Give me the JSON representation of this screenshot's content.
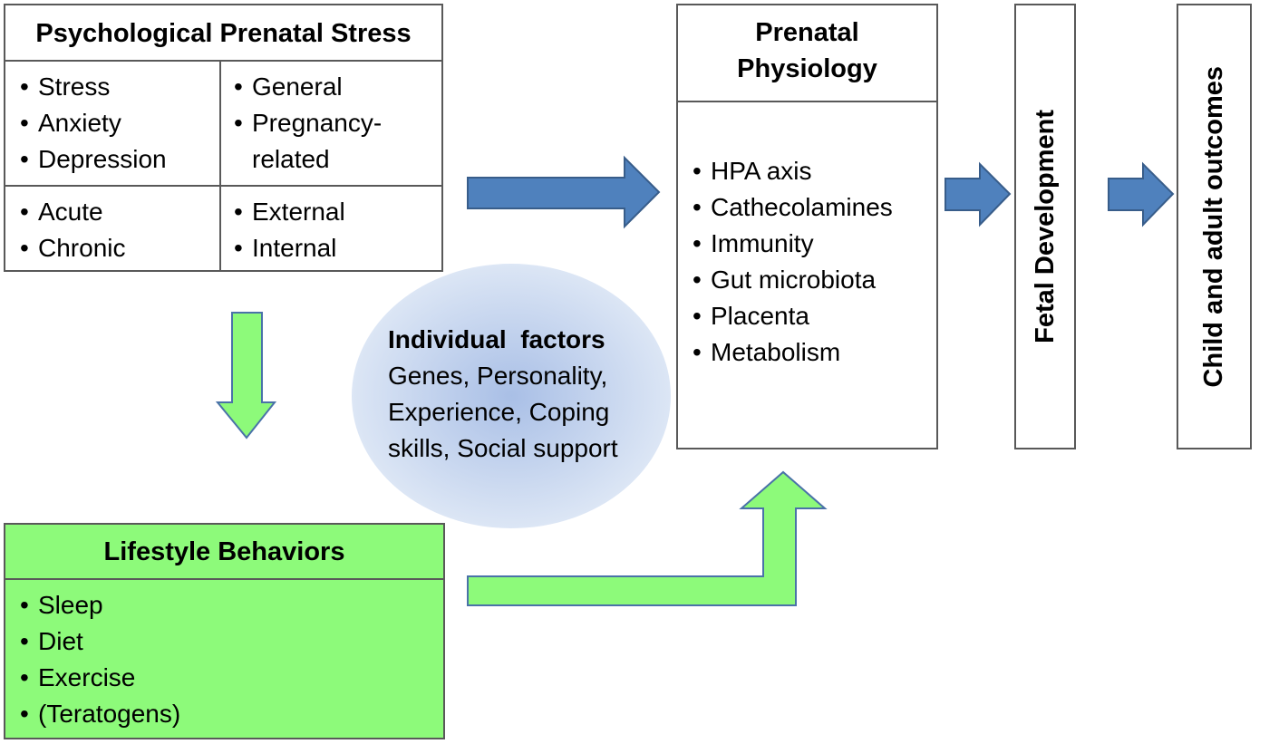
{
  "stress": {
    "title": "Psychological Prenatal Stress",
    "cells": [
      [
        "Stress",
        "Anxiety",
        "Depression"
      ],
      [
        "General",
        "Pregnancy-related"
      ],
      [
        "Acute",
        "Chronic"
      ],
      [
        "External",
        "Internal"
      ]
    ]
  },
  "physiology": {
    "title_line1": "Prenatal",
    "title_line2": "Physiology",
    "items": [
      "HPA axis",
      "Cathecolamines",
      "Immunity",
      "Gut microbiota",
      "Placenta",
      "Metabolism"
    ]
  },
  "fetal": {
    "label": "Fetal Development"
  },
  "outcomes": {
    "label": "Child and adult outcomes"
  },
  "individual": {
    "title": "Individual  factors",
    "lines": [
      "Genes, Personality,",
      "Experience, Coping",
      "skills, Social support"
    ]
  },
  "lifestyle": {
    "title": "Lifestyle Behaviors",
    "items": [
      "Sleep",
      "Diet",
      "Exercise",
      "(Teratogens)"
    ]
  },
  "colors": {
    "blue_arrow": "#4f81bd",
    "blue_arrow_border": "#385d8a",
    "green": "#8dfa7a",
    "green_arrow_border": "#4a72a8",
    "ellipse_center": "#a9bfe6",
    "ellipse_edge": "#dce6f5",
    "box_border": "#595959"
  }
}
